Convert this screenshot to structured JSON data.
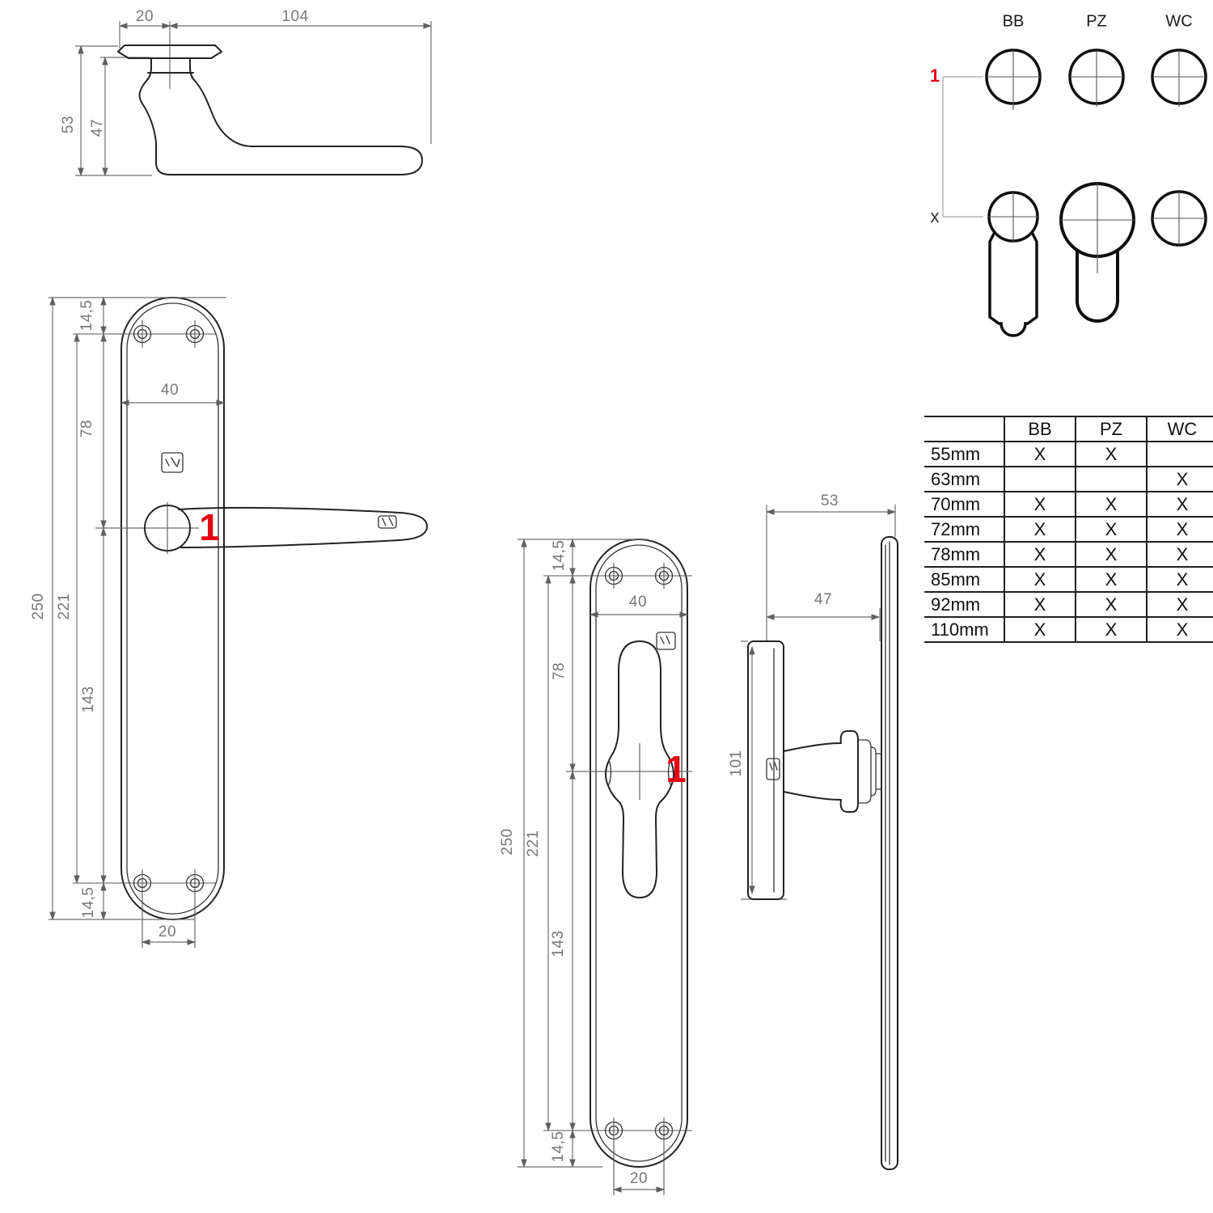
{
  "colors": {
    "red": "#e30613"
  },
  "lever_side_view": {
    "neck_width": "20",
    "length": "104",
    "height_total": "53",
    "height_inner": "47"
  },
  "lever_plate_view": {
    "marker": "1",
    "plate_width": "40",
    "top_offset": "14,5",
    "top_to_center": "78",
    "total_height": "250",
    "screw_span": "221",
    "center_to_bottom": "143",
    "bottom_offset": "14,5",
    "screw_spacing": "20"
  },
  "knob_plate_view": {
    "marker": "1",
    "plate_width": "40",
    "top_offset": "14,5",
    "top_to_center": "78",
    "total_height": "250",
    "screw_span": "221",
    "center_to_bottom": "143",
    "bottom_offset": "14,5",
    "screw_spacing": "20"
  },
  "knob_side_view": {
    "depth_total": "53",
    "depth_inner": "47",
    "grip_length": "101"
  },
  "keyhole_legend": {
    "col_bb": "BB",
    "col_pz": "PZ",
    "col_wc": "WC",
    "row_handle": "1",
    "row_key": "x"
  },
  "size_table": {
    "col_size": "",
    "col_bb": "BB",
    "col_pz": "PZ",
    "col_wc": "WC",
    "rows": [
      {
        "size": "55mm",
        "bb": "X",
        "pz": "X",
        "wc": ""
      },
      {
        "size": "63mm",
        "bb": "",
        "pz": "",
        "wc": "X"
      },
      {
        "size": "70mm",
        "bb": "X",
        "pz": "X",
        "wc": "X"
      },
      {
        "size": "72mm",
        "bb": "X",
        "pz": "X",
        "wc": "X"
      },
      {
        "size": "78mm",
        "bb": "X",
        "pz": "X",
        "wc": "X"
      },
      {
        "size": "85mm",
        "bb": "X",
        "pz": "X",
        "wc": "X"
      },
      {
        "size": "92mm",
        "bb": "X",
        "pz": "X",
        "wc": "X"
      },
      {
        "size": "110mm",
        "bb": "X",
        "pz": "X",
        "wc": "X"
      }
    ]
  }
}
